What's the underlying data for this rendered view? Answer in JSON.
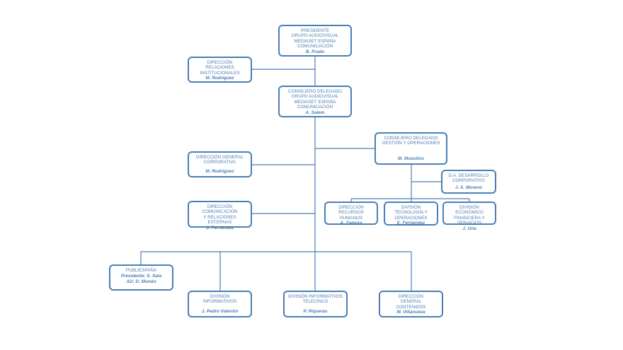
{
  "nodes": {
    "presidente": {
      "title": "PRESIDENTE\nGRUPO AUDIOVISUAL\nMEDIASET ESPAÑA\nCOMUNICACIÓN",
      "person": "B. Prado"
    },
    "relaciones": {
      "title": "DIRECCIÓN\nRELACIONES\nINSTITUCIONALES",
      "person": "M. Rodríguez"
    },
    "consejero": {
      "title": "CONSEJERO DELEGADO\nGRUPO AUDIOVISUAL\nMEDIASET ESPAÑA\nCOMUNICACIÓN",
      "person": "A. Salem"
    },
    "gestion": {
      "title": "CONSEJERO DELEGADO\nGESTIÓN Y OPERACIONES",
      "person": "M. Musolino"
    },
    "desarrollo": {
      "title": "D.A. DESARROLLO\nCORPORATIVO",
      "person": "J. A. Moreno"
    },
    "corporativa": {
      "title": "DIRECCIÓN GENERAL\nCORPORATIVA",
      "person": "M. Rodríguez"
    },
    "comunicacion": {
      "title": "DIRECCIÓN\nCOMUNICACIÓN\nY RELACIONES EXTERNAS",
      "person": "S. Fernández"
    },
    "rrhh": {
      "title": "DIRECCIÓN RECURSOS\nHUMANOS",
      "person": "A. Zamora"
    },
    "tecnologia": {
      "title": "DIVISIÓN TECNOLOGÍA Y\nOPERACIONES",
      "person": "E. Fernández"
    },
    "economico": {
      "title": "DIVISIÓN ECONÓMICO\nFINANCIERA Y SERVICIOS",
      "person": "J. Uría"
    },
    "publiespana": {
      "title": "PUBLIESPAÑA",
      "person": "Presidente: S. Sala\nAD: D. Mondo"
    },
    "informativos": {
      "title": "DIVISIÓN\nINFORMATIVOS",
      "person": "J. Pedro Valentín"
    },
    "telecinco": {
      "title": "DIVISIÓN INFORMATIVOS\nTELECINCO",
      "person": "P. Piqueras"
    },
    "contenidos": {
      "title": "DIRECCIÓN\nGENERAL\nCONTENIDOS",
      "person": "M. Villanueva"
    }
  },
  "colors": {
    "line": "#4a7fb5",
    "border": "#4a7fb5",
    "text": "#4f7fb3"
  }
}
